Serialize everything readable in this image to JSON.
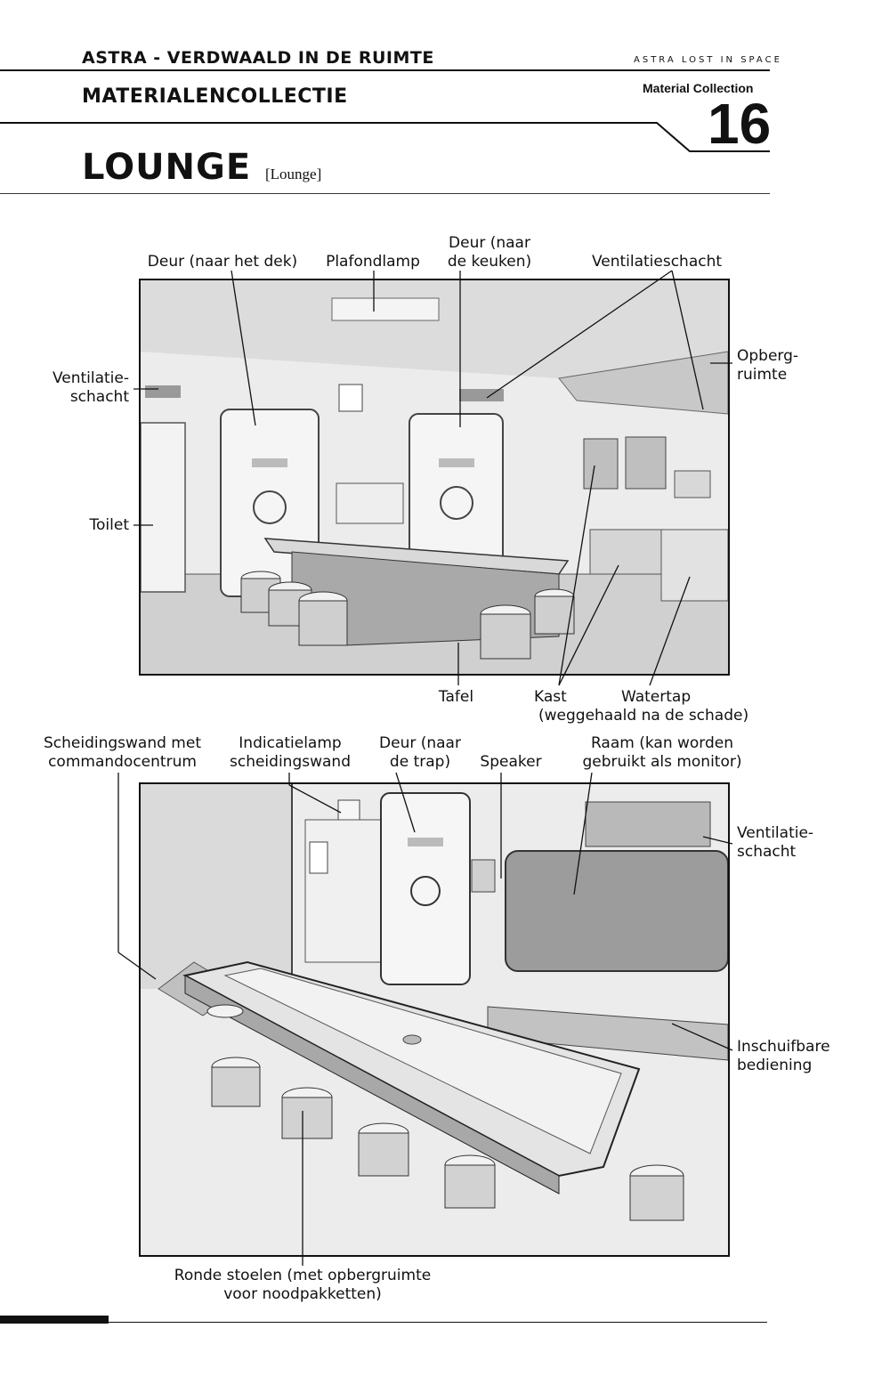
{
  "header": {
    "series_title": "ASTRA - VERDWAALD IN DE RUIMTE",
    "collection_label": "MATERIALENCOLLECTIE",
    "series_title_en": "ASTRA LOST IN SPACE",
    "collection_label_en": "Material Collection",
    "page_number": "16"
  },
  "section": {
    "title": "LOUNGE",
    "subtitle": "[Lounge]"
  },
  "figure_top": {
    "labels": {
      "door_deck": "Deur (naar het dek)",
      "ceiling_lamp": "Plafondlamp",
      "door_kitchen_l1": "Deur (naar",
      "door_kitchen_l2": "de keuken)",
      "vent_shaft": "Ventilatieschacht",
      "vent_left_l1": "Ventilatie-",
      "vent_left_l2": "schacht",
      "storage_l1": "Opberg-",
      "storage_l2": "ruimte",
      "toilet": "Toilet",
      "table": "Tafel",
      "cabinet_l1": "Kast",
      "cabinet_l2": "(weggehaald na de schade)",
      "water_tap": "Watertap"
    }
  },
  "figure_bottom": {
    "labels": {
      "partition_l1": "Scheidingswand met",
      "partition_l2": "commandocentrum",
      "indicator_l1": "Indicatielamp",
      "indicator_l2": "scheidingswand",
      "door_stairs_l1": "Deur (naar",
      "door_stairs_l2": "de trap)",
      "speaker": "Speaker",
      "window_l1": "Raam (kan worden",
      "window_l2": "gebruikt als monitor)",
      "vent_l1": "Ventilatie-",
      "vent_l2": "schacht",
      "retractable_l1": "Inschuifbare",
      "retractable_l2": "bediening",
      "stools_l1": "Ronde stoelen (met opbergruimte",
      "stools_l2": "voor noodpakketten)"
    }
  }
}
